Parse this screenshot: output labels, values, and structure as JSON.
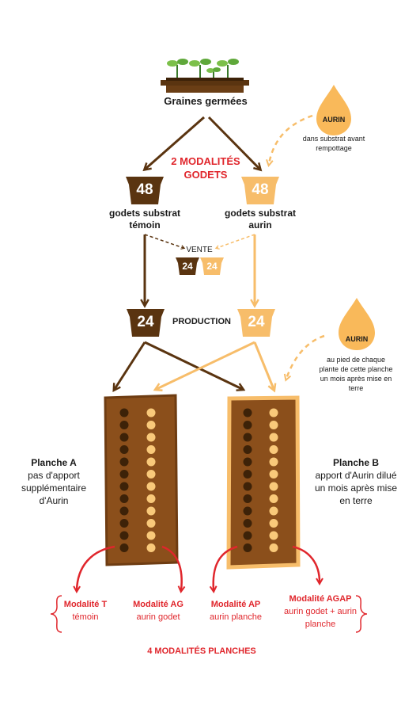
{
  "colors": {
    "dark": "#5a3410",
    "light": "#f7bd6a",
    "soil": "#8b4f1b",
    "red": "#e0262c",
    "drop": "#f9b95a"
  },
  "top": {
    "seedling_label": "Graines germées",
    "modalites_godets_line1": "2 MODALITÉS",
    "modalites_godets_line2": "GODETS"
  },
  "aurin_top": {
    "label": "AURIN",
    "note_line1": "dans substrat avant",
    "note_line2": "rempottage"
  },
  "pots48": {
    "left_value": "48",
    "right_value": "48",
    "left_label_line1": "godets substrat",
    "left_label_line2": "témoin",
    "right_label_line1": "godets substrat",
    "right_label_line2": "aurin"
  },
  "vente": {
    "label": "VENTE",
    "left_value": "24",
    "right_value": "24"
  },
  "production": {
    "label": "PRODUCTION",
    "left_value": "24",
    "right_value": "24"
  },
  "aurin_mid": {
    "label": "AURIN",
    "note_line1": "au pied de chaque",
    "note_line2": "plante de cette planche",
    "note_line3": "un mois après mise en",
    "note_line4": "terre"
  },
  "planche_a": {
    "title": "Planche A",
    "line1": "pas d'apport",
    "line2": "supplémentaire",
    "line3": "d'Aurin"
  },
  "planche_b": {
    "title": "Planche B",
    "line1": "apport d'Aurin dilué",
    "line2": "un mois après mise",
    "line3": "en terre"
  },
  "modalites": [
    {
      "title": "Modalité T",
      "desc_line1": "témoin",
      "desc_line2": ""
    },
    {
      "title": "Modalité AG",
      "desc_line1": "aurin godet",
      "desc_line2": ""
    },
    {
      "title": "Modalité AP",
      "desc_line1": "aurin planche",
      "desc_line2": ""
    },
    {
      "title": "Modalité AGAP",
      "desc_line1": "aurin godet + aurin",
      "desc_line2": "planche"
    }
  ],
  "footer": {
    "title": "4 MODALITÉS PLANCHES"
  }
}
